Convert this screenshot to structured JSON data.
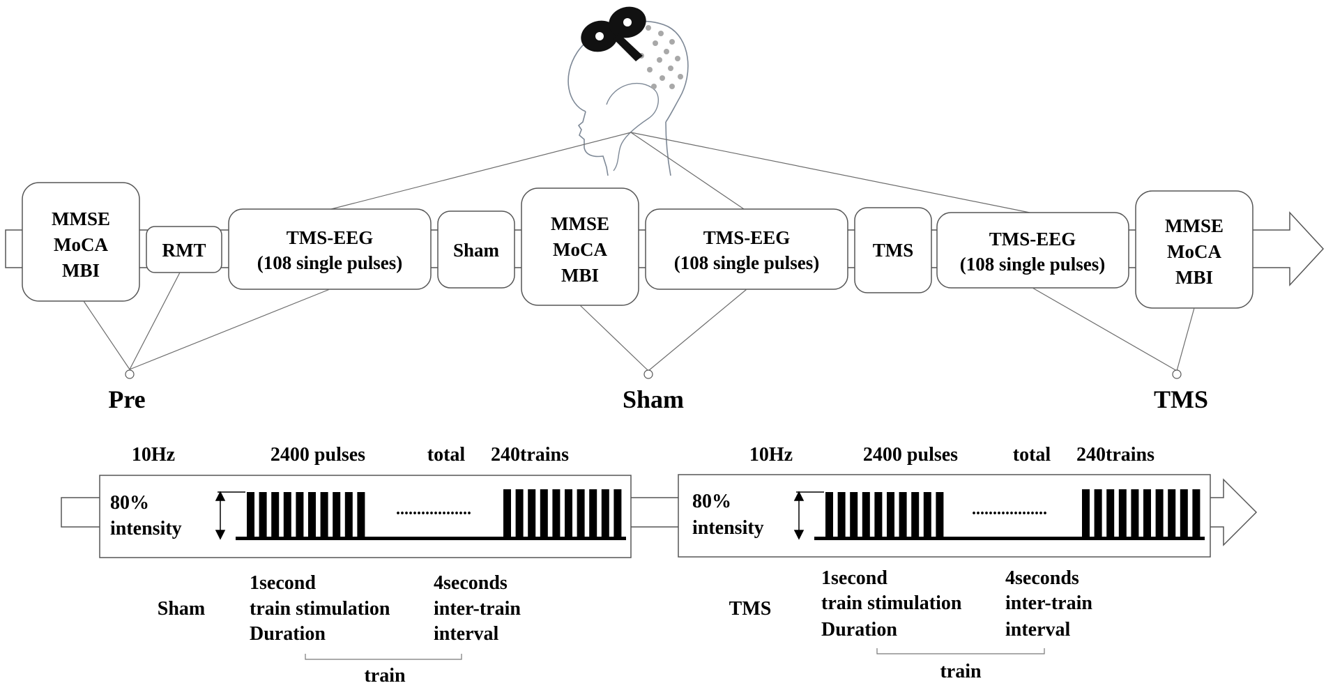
{
  "timeline": {
    "boxes": [
      {
        "id": "assess1",
        "lines": [
          "MMSE",
          "MoCA",
          "MBI"
        ]
      },
      {
        "id": "rmt",
        "lines": [
          "RMT"
        ]
      },
      {
        "id": "tmseeg1",
        "lines": [
          "TMS-EEG",
          "(108 single pulses)"
        ]
      },
      {
        "id": "sham",
        "lines": [
          "Sham"
        ]
      },
      {
        "id": "assess2",
        "lines": [
          "MMSE",
          "MoCA",
          "MBI"
        ]
      },
      {
        "id": "tmseeg2",
        "lines": [
          "TMS-EEG",
          "(108 single pulses)"
        ]
      },
      {
        "id": "tms",
        "lines": [
          "TMS"
        ]
      },
      {
        "id": "tmseeg3",
        "lines": [
          "TMS-EEG",
          "(108 single pulses)"
        ]
      },
      {
        "id": "assess3",
        "lines": [
          "MMSE",
          "MoCA",
          "MBI"
        ]
      }
    ],
    "phase_labels": {
      "pre": "Pre",
      "sham": "Sham",
      "tms": "TMS"
    }
  },
  "protocols": [
    {
      "id": "sham-protocol",
      "frequency": "10Hz",
      "pulses": "2400 pulses",
      "total_label": "total",
      "trains": "240trains",
      "intensity_line1": "80%",
      "intensity_line2": "intensity",
      "ellipsis": "..................",
      "condition": "Sham",
      "train_desc": [
        "1second",
        "train stimulation",
        "Duration"
      ],
      "interval_desc": [
        "4seconds",
        "inter-train",
        "interval"
      ],
      "train_label": "train"
    },
    {
      "id": "tms-protocol",
      "frequency": "10Hz",
      "pulses": "2400 pulses",
      "total_label": "total",
      "trains": "240trains",
      "intensity_line1": "80%",
      "intensity_line2": "intensity",
      "ellipsis": "..................",
      "condition": "TMS",
      "train_desc": [
        "1second",
        "train stimulation",
        "Duration"
      ],
      "interval_desc": [
        "4seconds",
        "inter-train",
        "interval"
      ],
      "train_label": "train"
    }
  ]
}
